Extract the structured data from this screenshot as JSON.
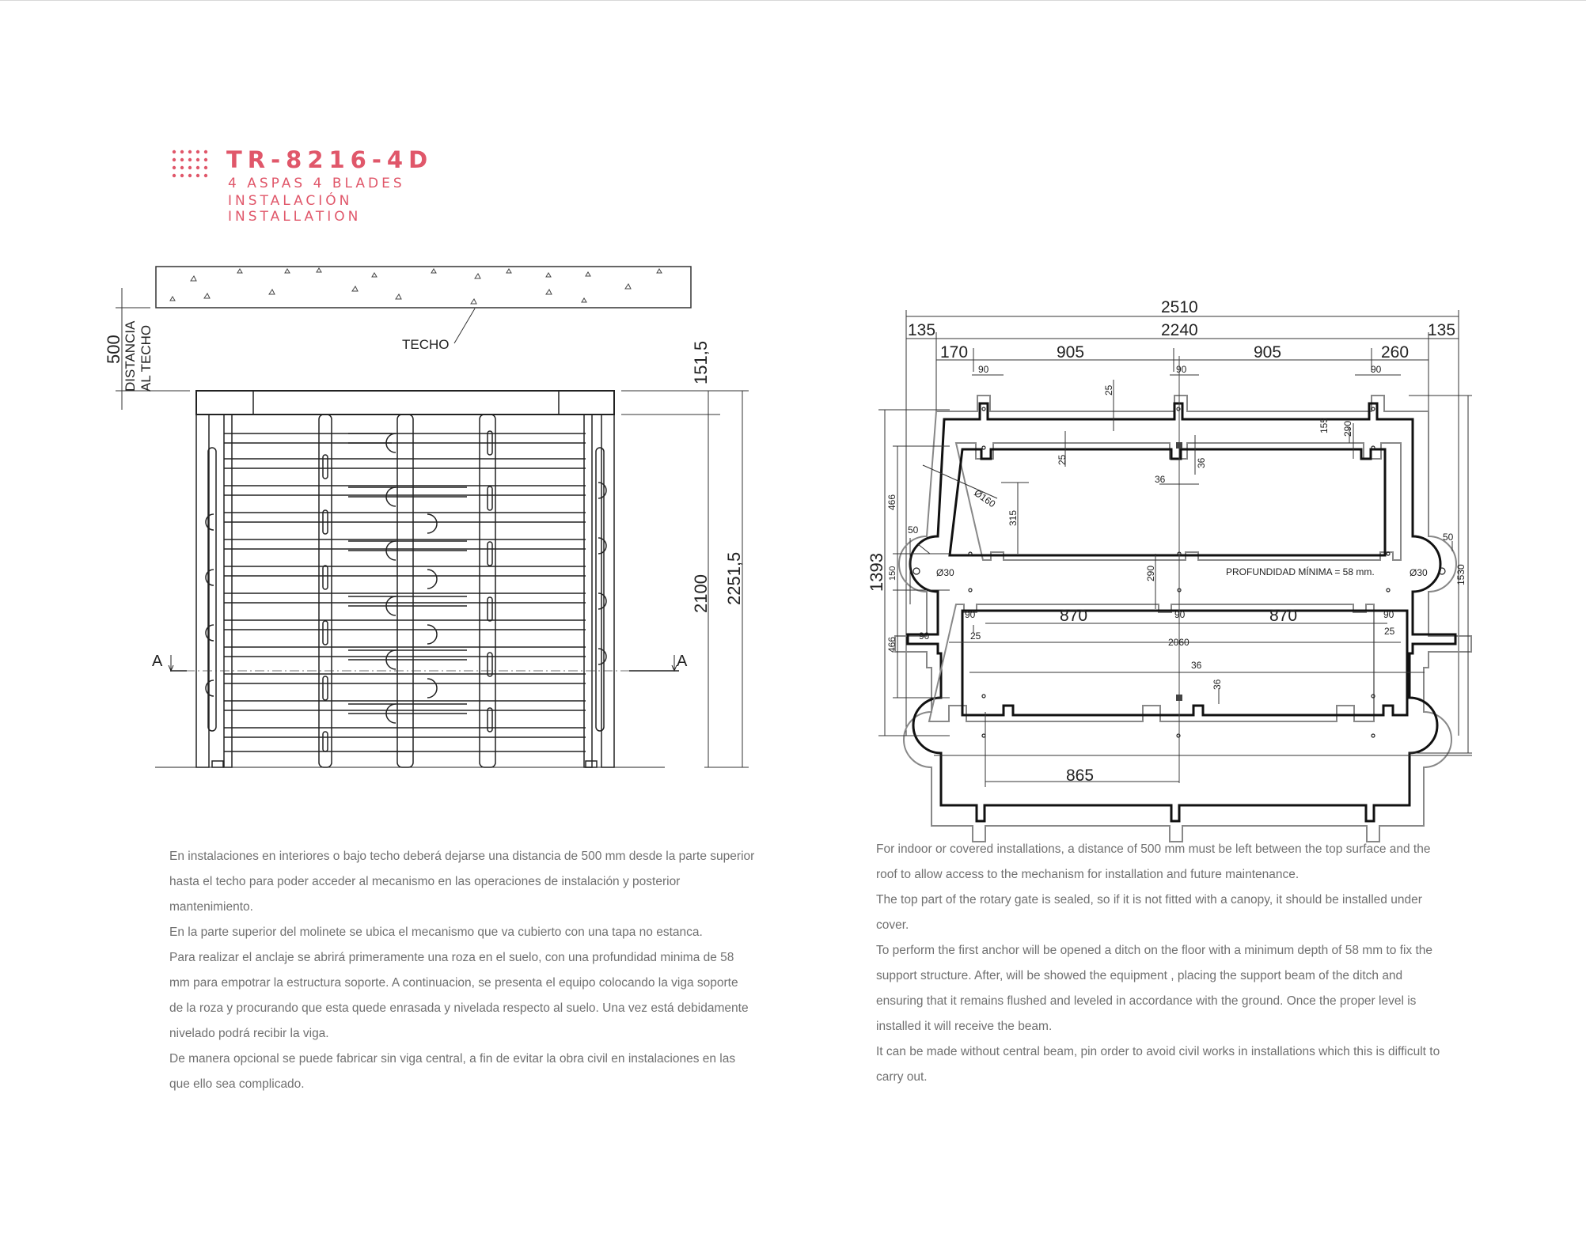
{
  "header": {
    "model": "TR-8216-4D",
    "subtitle_blades": "4 ASPAS   4 BLADES",
    "subtitle_es": "INSTALACIÓN",
    "subtitle_en": "INSTALLATION",
    "accent_color": "#e0576a"
  },
  "elevation": {
    "ceiling_label": "TECHO",
    "dist_value": "500",
    "dist_label_1": "DISTANCIA",
    "dist_label_2": "AL TECHO",
    "dim_top": "151,5",
    "dim_height": "2100",
    "dim_total": "2251,5",
    "section_marker": "A"
  },
  "plan": {
    "dim_2510": "2510",
    "dim_2240": "2240",
    "dim_135": "135",
    "dim_170": "170",
    "dim_905": "905",
    "dim_260": "260",
    "dim_90": "90",
    "dim_25": "25",
    "dim_155": "155",
    "dim_290": "290",
    "dim_36": "36",
    "dim_160": "Ø160",
    "dim_315": "315",
    "dim_466": "466",
    "dim_50": "50",
    "dim_1393": "1393",
    "dim_150": "150",
    "dim_30": "Ø30",
    "dim_870": "870",
    "dim_2060": "2060",
    "dim_865": "865",
    "dim_1530": "1530",
    "depth_note": "PROFUNDIDAD MÍNIMA = 58 mm."
  },
  "text_es": [
    "En instalaciones en interiores o bajo techo deberá dejarse una distancia de 500 mm desde la parte superior hasta el techo para poder acceder al mecanismo en las operaciones de instalación y posterior mantenimiento.",
    "En la parte superior del molinete se ubica el mecanismo que va cubierto con una tapa no estanca.",
    "Para realizar el anclaje se abrirá primeramente una roza en el suelo, con una profundidad minima de 58 mm para empotrar la estructura soporte. A continuacion, se presenta el equipo colocando la viga soporte de la roza y procurando que esta quede enrasada y nivelada respecto al suelo. Una vez está debidamente nivelado podrá recibir la viga.",
    "De manera opcional se puede fabricar sin viga central, a fin de evitar la obra civil en instalaciones en las que ello sea complicado."
  ],
  "text_en": [
    "For indoor or covered installations, a distance of 500 mm must be left between the top surface and the roof to allow access to the mechanism for installation and future maintenance.",
    "The top part of the rotary gate is sealed, so if it is not fitted with a canopy, it should be installed under cover.",
    "To perform the first anchor will be opened a ditch on the floor with a minimum depth of 58 mm to fix the support structure. After, will be showed the equipment , placing the support beam of the ditch and ensuring that it remains flushed and leveled in accordance with the ground. Once the proper level is installed it will receive the beam.",
    "It can be made without central beam, pin order to avoid civil works in installations which this is difficult to carry out."
  ]
}
